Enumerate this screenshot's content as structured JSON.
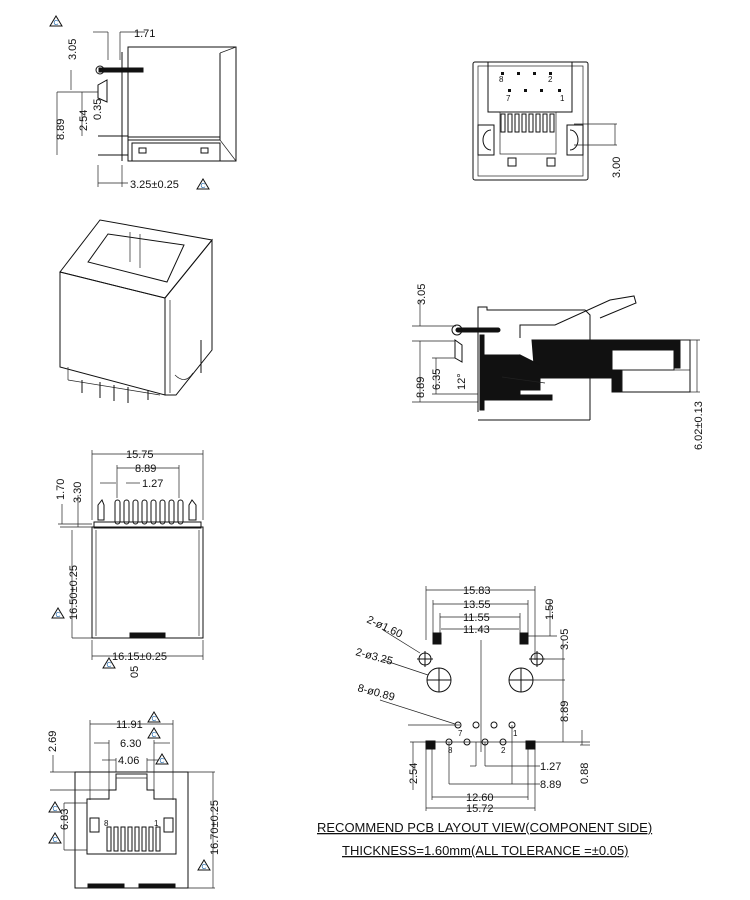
{
  "revision_mark": "C",
  "side_view": {
    "dims": {
      "d305": "3.05",
      "d171": "1.71",
      "d889": "8.89",
      "d254": "2.54",
      "d035": "0.35",
      "d325": "3.25±0.25"
    }
  },
  "front_view": {
    "pin_labels": {
      "p8": "8",
      "p2": "2",
      "p7": "7",
      "p1": "1"
    },
    "dims": {
      "d300": "3.00"
    }
  },
  "top_view": {
    "dims": {
      "d1575": "15.75",
      "d889": "8.89",
      "d127": "1.27",
      "d170": "1.70",
      "d330": "3.30",
      "d1650": "16.50±0.25",
      "d1615": "16.15±0.25",
      "d05": "05"
    }
  },
  "jack_face_view": {
    "pin_labels": {
      "p8": "8",
      "p1": "1"
    },
    "dims": {
      "d1191": "11.91",
      "d630": "6.30",
      "d406": "4.06",
      "d269": "2.69",
      "d683": "6.83",
      "d1670": "16.70±0.25"
    }
  },
  "section_view": {
    "dims": {
      "d305": "3.05",
      "d889": "8.89",
      "d635": "6.35",
      "angle": "12°",
      "d602": "6.02±0.13"
    }
  },
  "pcb_layout": {
    "dims": {
      "d1583": "15.83",
      "d1355": "13.55",
      "d1155": "11.55",
      "d1143": "11.43",
      "d150": "1.50",
      "d305": "3.05",
      "h160": "2-ø1.60",
      "h325": "2-ø3.25",
      "h089": "8-ø0.89",
      "d889v": "8.89",
      "d127": "1.27",
      "d889h": "8.89",
      "d1260": "12.60",
      "d1572": "15.72",
      "d254": "2.54",
      "d088": "0.88"
    },
    "pin_labels": {
      "p7": "7",
      "p1": "1",
      "p8": "8",
      "p2": "2"
    },
    "notes": {
      "title": "RECOMMEND PCB LAYOUT VIEW(COMPONENT SIDE)",
      "thickness": "THICKNESS=1.60mm(ALL TOLERANCE =±0.05)"
    }
  }
}
